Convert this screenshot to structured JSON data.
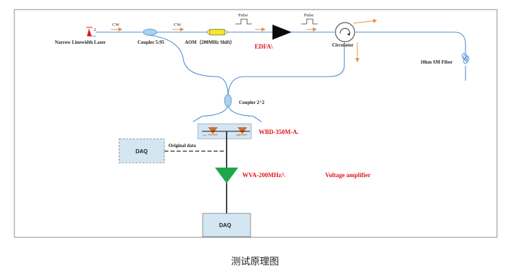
{
  "labels": {
    "laser": "Narrow Linewidth Laser",
    "laser_tag": "2",
    "cw1": "CW",
    "cw2": "CW",
    "coupler1": "Coupler 5:95",
    "aom": "AOM（200MHz Shift）",
    "pulse1": "Pulse",
    "pulse2": "Pulse",
    "edfa": "EDFA\\",
    "circulator": "Circulator",
    "fiber": "10km SM Fiber",
    "coupler2": "Coupler 2^2",
    "wbd": "WBD-350M-A.",
    "daq_left": "DAQ",
    "original_data": "Original data",
    "wva": "WVA-200MHz/\\",
    "voltage_amp": "Voltage amplifier",
    "daq_bottom": "DAQ"
  },
  "caption": "测试原理图",
  "colors": {
    "fiber": "#4a8bd0",
    "label_red": "#e0161b",
    "arrow_orange": "#f08c3a",
    "daq_fill": "#d3e6f2",
    "edfa_fill": "#0b0b0b",
    "amp_fill": "#1ea74a",
    "aom_fill": "#f7ea2a",
    "coupler_fill": "#a9d2ef"
  }
}
